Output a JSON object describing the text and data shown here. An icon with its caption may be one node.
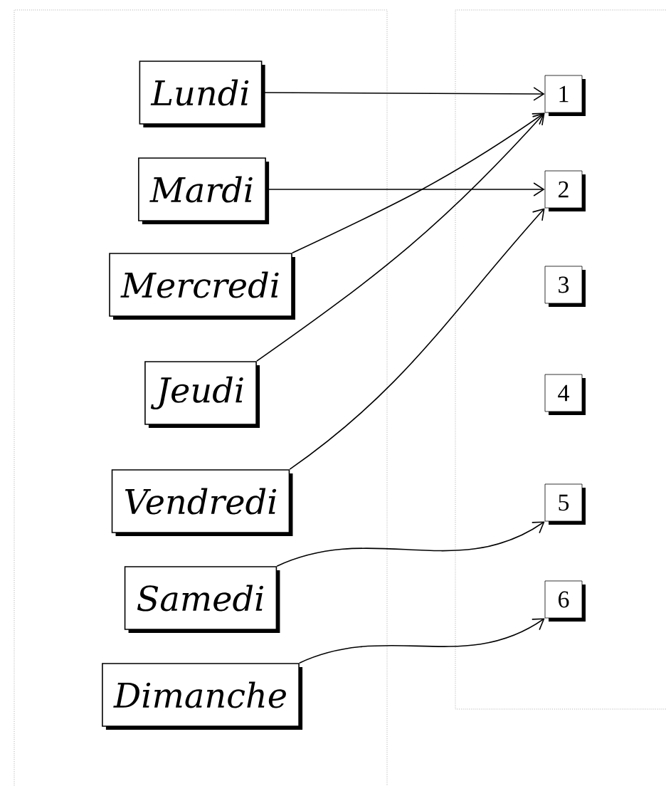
{
  "diagram": {
    "nodes": [
      {
        "text": [
          "Lundi"
        ]
      },
      {
        "text": [
          "Mardi"
        ]
      },
      {
        "text": [
          "Mercredi"
        ]
      },
      {
        "text": [
          "Jeudi"
        ]
      },
      {
        "text": [
          "Vendredi"
        ]
      },
      {
        "text": [
          "Samedi"
        ]
      },
      {
        "text": [
          "Dimanche"
        ]
      },
      {
        "text": [
          "1"
        ]
      },
      {
        "text": [
          "2"
        ]
      },
      {
        "text": [
          "3"
        ]
      },
      {
        "text": [
          "4"
        ]
      },
      {
        "text": [
          "5"
        ]
      },
      {
        "text": [
          "6"
        ]
      }
    ],
    "edges": [
      {
        "from": 0,
        "to": 7,
        "arrow": "to"
      },
      {
        "from": 1,
        "to": 8,
        "arrow": "to"
      },
      {
        "from": 2,
        "to": 7,
        "arrow": "to"
      },
      {
        "from": 3,
        "to": 7,
        "arrow": "to"
      },
      {
        "from": 4,
        "to": 8,
        "arrow": "to"
      },
      {
        "from": 5,
        "to": 11,
        "arrow": "to"
      },
      {
        "from": 6,
        "to": 12,
        "arrow": "to"
      }
    ]
  }
}
